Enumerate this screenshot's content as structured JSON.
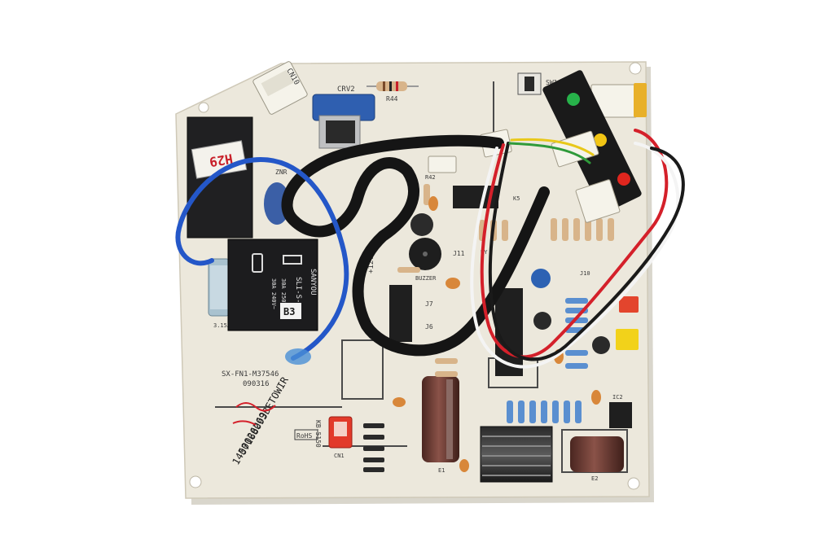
{
  "colors": {
    "background": "#ffffff",
    "board": "#ece8dc",
    "silkscreen": "#3b3b3b",
    "relay": "#1c1c1e",
    "capacitor": "#6b3a33",
    "resistor": "#d8b48a",
    "wire_blue": "#2457c8",
    "wire_black": "#151515",
    "wire_red": "#d4202a",
    "led_green": "#27b24a",
    "led_yellow": "#f2c514",
    "led_red": "#e0261e"
  },
  "labels": {
    "cn10": "CN10",
    "crv2": "CRV2",
    "r44": "R44",
    "sw1": "SW1",
    "h29": "H29",
    "znr": "ZNR",
    "relay_brand": "SANYOU",
    "relay_model": "SLI-S-",
    "relay_rating_1": "30A 250V~",
    "relay_rating_2": "30A 240V~",
    "relay_tag": "B3",
    "plus12v": "+12V",
    "buzzer": "BUZZER",
    "j7": "J7",
    "j6": "J6",
    "j11": "J11",
    "j10": "J10",
    "board_code": "SX-FN1-M37546",
    "board_date": "090316",
    "fuse": "3.15A",
    "rohs": "RoHS",
    "kb": "KB-5150",
    "cn1": "CN1",
    "e1": "E1",
    "e2": "E2",
    "ic2": "IC2",
    "k5": "K5",
    "ry": "RY",
    "r42": "R42",
    "handwritten_serial_1": "07168093BETOWIR",
    "handwritten_serial_2": "1450026269"
  }
}
